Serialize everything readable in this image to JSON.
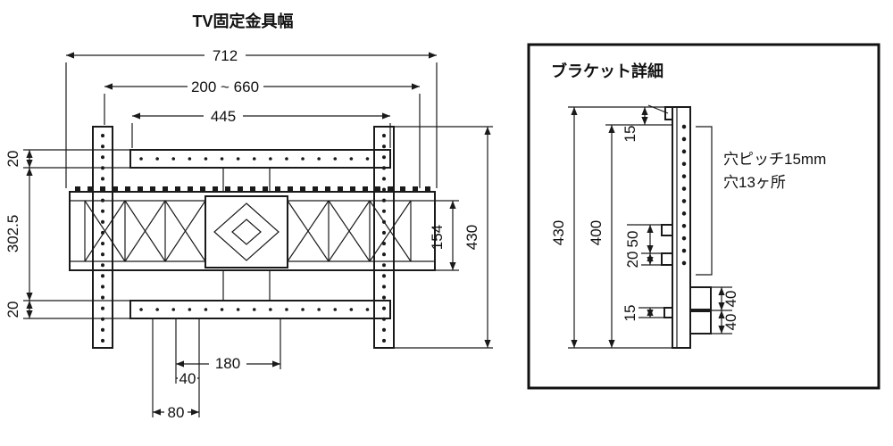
{
  "page": {
    "background": "#ffffff",
    "line_color": "#1a1a1a"
  },
  "main_view": {
    "title": "TV固定金具幅",
    "dims": {
      "overall_width": "712",
      "rail_span": "200 ~ 660",
      "top_plate_width": "445",
      "left_offset_top": "20",
      "left_height": "302.5",
      "left_offset_bottom": "20",
      "arm_height": "154",
      "rail_height": "430",
      "hole_span": "180",
      "hole_offset": "40",
      "base_width": "80"
    }
  },
  "detail_view": {
    "title": "ブラケット詳細",
    "dims": {
      "overall_height": "430",
      "slot_height": "400",
      "top_offset": "15",
      "gap_50": "50",
      "gap_20": "20",
      "bottom_offset": "15",
      "block_top": "40",
      "block_bottom": "40"
    },
    "notes": {
      "hole_pitch": "穴ピッチ15mm",
      "hole_count": "穴13ヶ所"
    }
  }
}
